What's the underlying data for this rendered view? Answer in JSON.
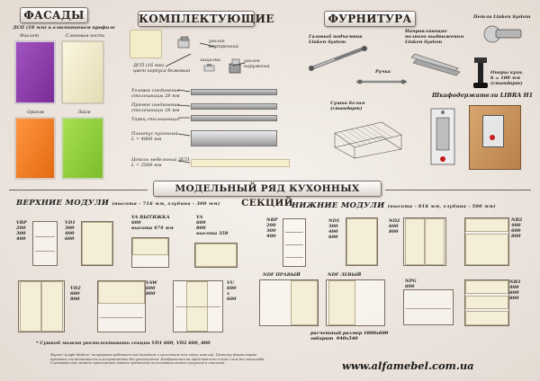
{
  "sections": {
    "facades": "ФАСАДЫ",
    "components": "КОМПЛЕКТУЮЩИЕ",
    "hardware": "ФУРНИТУРА",
    "lineup": "МОДЕЛЬНЫЙ РЯД КУХОННЫХ СЕКЦИЙ"
  },
  "facades": {
    "material": "ДСП (18 мм) в алюминиевом профиле",
    "colors": [
      "Фиолет",
      "Слоновая кость",
      "Оранж",
      "Лайм"
    ],
    "swatches": {
      "violet": "#8a3aa8",
      "ivory": "#f0e8c6",
      "orange": "#f07a22",
      "lime": "#8fcf3a"
    }
  },
  "components": {
    "dsp_body": "ДСП (16 мм)\nцвет корпуса бежевый",
    "inner_corner": "уголок\nвнутренний",
    "latch": "защелка",
    "outer_corner": "уголок\nнаружный",
    "corner_joint": "Угловое соединение\nстолешницы 28 мм",
    "straight_joint": "Прямое соединение\nстолешницы 28 мм",
    "countertop_end": "Торец столешницы",
    "plinth": "Плинтус кухонный\nL = 4000 мм",
    "dsp_plinth": "Цоколь мебельный ДСП\nL = 2500 мм"
  },
  "hardware": {
    "gas_lift": "Газовый подъемник\nLinken System",
    "guide": "Направляющие\nполного выдвижения\nLinken System",
    "hinge": "Петли Linken System",
    "handle": "Ручка",
    "legs": "Опоры кухн.\nh = 100 мм\n(стандарт)",
    "dryer": "Сушка белая\n(стандарт)",
    "holders": "Шкафодержатели LIBRA H1"
  },
  "upper": {
    "title": "ВЕРХНИЕ МОДУЛИ",
    "dims": "(высота - 716 мм, глубина - 300 мм)",
    "vrp": "VRP\n200\n300\n400",
    "vd1": "VD1\n300\n400\n600",
    "va_hood": "VA ВЫТЯЖКА\n600\nвысота 474 мм",
    "va": "VA\n600\n800\nвысота 358",
    "vd2": "VD2\n600\n800",
    "vaw": "VAW\n600\n800",
    "vu": "VU\n600\nх\n600",
    "note": "* Сушкой можно укомплектовать секции VD1 600, VD2 600, 800"
  },
  "lower": {
    "title": "НИЖНИЕ МОДУЛИ",
    "dims": "(высота - 816 мм, глубина - 500 мм)",
    "nrp": "NRP\n200\n300\n400",
    "nd1": "ND1\n300\n400\n600",
    "nd2": "ND2\n600\n800",
    "nb2": "NB2\n400\n600\n800",
    "ndf_right": "NDF ПРАВЫЙ",
    "ndf_left": "NDF ЛЕВЫЙ",
    "npg": "NPG\n600",
    "nb3": "NB3\n400\n600\n800",
    "corner_size": "расчетный размер 1000х600\nгабарит  940х540"
  },
  "footer": {
    "url": "www.alfamebel.com.ua",
    "disclaimer": "Фирма \"Альфа-Мебель\" непрерывно работает над дизайном и качеством всех своих изделий. Поэтому фирма вправе\nпрогнать согласованность в ассортименте без уведомления. Изображения на представлены в виде схем без масштаба.\nСледовательно может предложить мнение претензий на основании данных рисунков и описаний."
  }
}
